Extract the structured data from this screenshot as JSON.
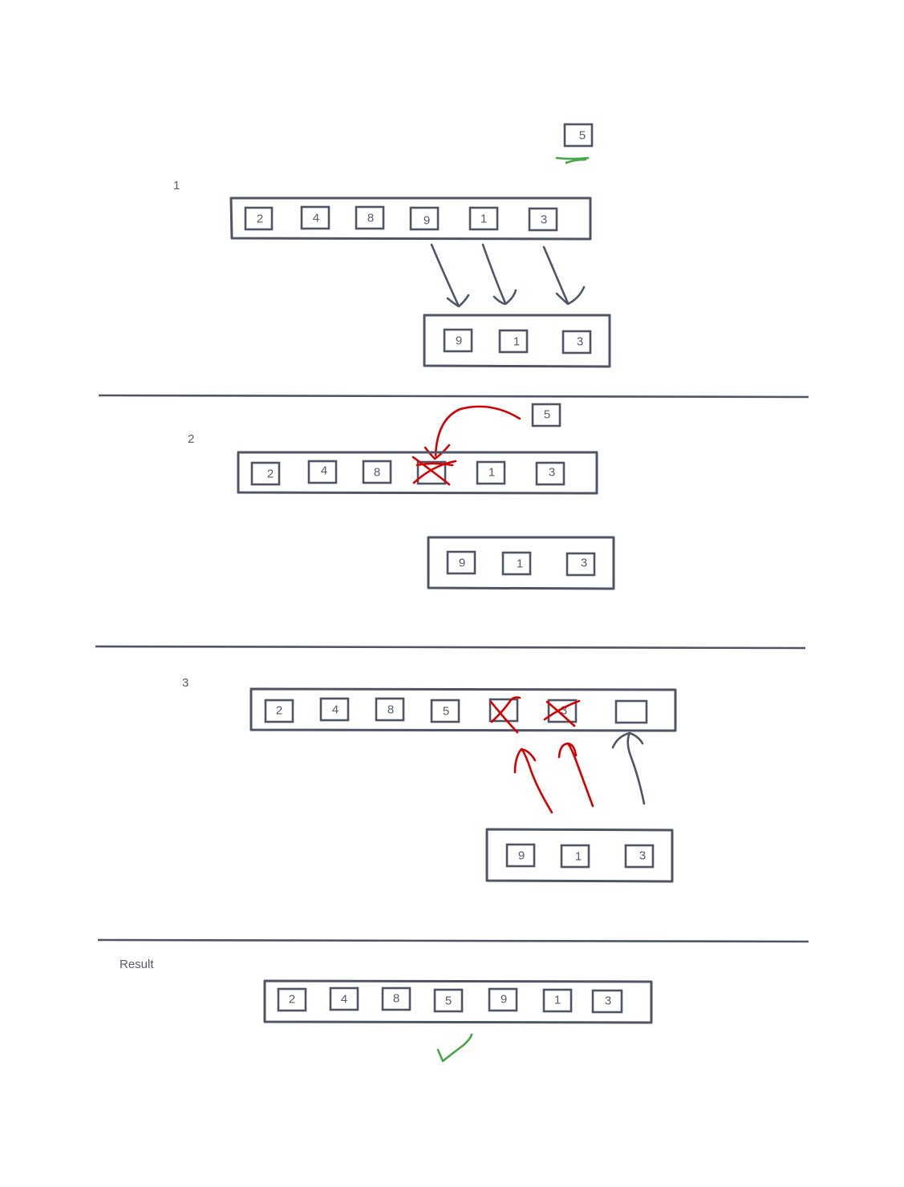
{
  "colors": {
    "ink": "#4f5566",
    "text": "#555b6b",
    "red": "#d40000",
    "green": "#43a843",
    "background": "#ffffff"
  },
  "steps": [
    {
      "label": "1",
      "insert_value": "5",
      "array": [
        "2",
        "4",
        "8",
        "9",
        "1",
        "3"
      ],
      "temp_array": [
        "9",
        "1",
        "3"
      ]
    },
    {
      "label": "2",
      "insert_value": "5",
      "array": [
        "2",
        "4",
        "8",
        "",
        "1",
        "3"
      ],
      "temp_array": [
        "9",
        "1",
        "3"
      ]
    },
    {
      "label": "3",
      "array": [
        "2",
        "4",
        "8",
        "5",
        "",
        "3",
        ""
      ],
      "temp_array": [
        "9",
        "1",
        "3"
      ]
    }
  ],
  "result": {
    "label": "Result",
    "array": [
      "2",
      "4",
      "8",
      "5",
      "9",
      "1",
      "3"
    ]
  }
}
